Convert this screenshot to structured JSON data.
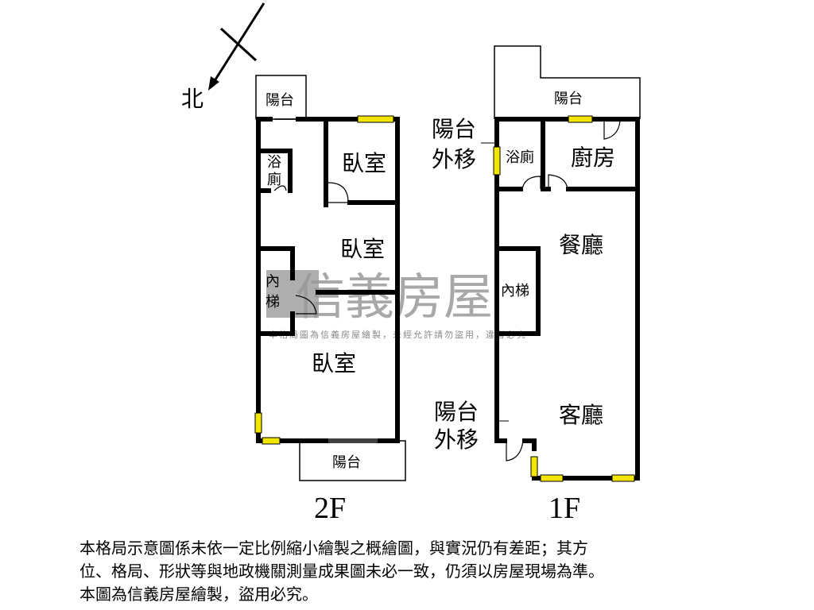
{
  "compass": {
    "label": "北"
  },
  "watermark": {
    "brand": "信義房屋",
    "notice": "本格局圖為信義房屋繪製，未經允許請勿盜用，違者必究"
  },
  "floor2": {
    "label": "2F",
    "rooms": {
      "balcony_top": "陽台",
      "bath": [
        "浴",
        "廁"
      ],
      "bedroom_1": "臥室",
      "bedroom_2": "臥室",
      "stairs": [
        "內",
        "梯"
      ],
      "bedroom_3": "臥室",
      "balcony_bottom": "陽台"
    }
  },
  "floor1": {
    "label": "1F",
    "rooms": {
      "balcony_top": "陽台",
      "balcony_moved_1": [
        "陽台",
        "外移"
      ],
      "bath": "浴廁",
      "kitchen": "廚房",
      "dining": "餐廳",
      "stairs": "內梯",
      "balcony_moved_2": [
        "陽台",
        "外移"
      ],
      "living": "客廳"
    }
  },
  "disclaimer": [
    "本格局示意圖係未依一定比例縮小繪製之概繪圖，與實況仍有差距；其方",
    "位、格局、形狀等與地政機關測量成果圖未必一致，仍須以房屋現場為準。",
    "本圖為信義房屋繪製，盜用必究。"
  ],
  "colors": {
    "window": "#f2e600",
    "wall": "#000000",
    "watermark": "#9a9a9a"
  }
}
